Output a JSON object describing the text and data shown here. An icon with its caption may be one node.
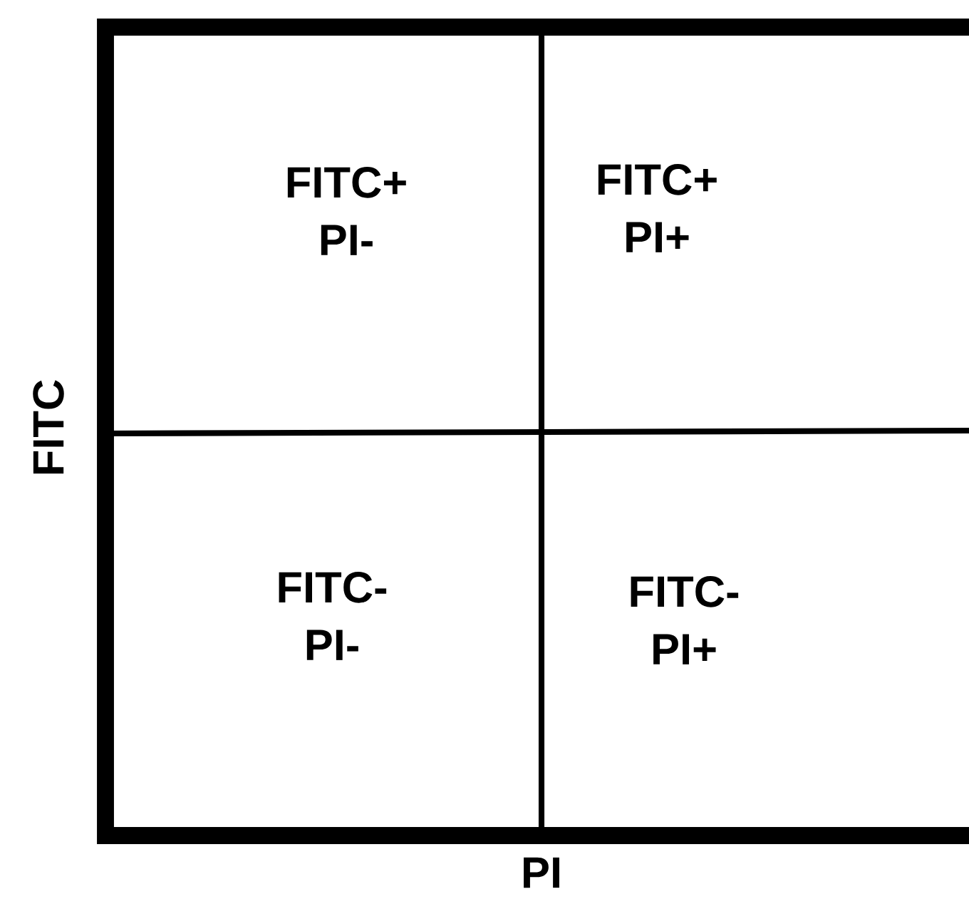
{
  "diagram": {
    "nodes": [
      {
        "text": [
          "FITC+ PI-"
        ]
      },
      {
        "text": [
          "FITC+ PI+"
        ]
      },
      {
        "text": [
          "FITC- PI-"
        ]
      },
      {
        "text": [
          "FITC- PI+"
        ]
      }
    ],
    "labels": [
      "FITC",
      "PI"
    ]
  }
}
